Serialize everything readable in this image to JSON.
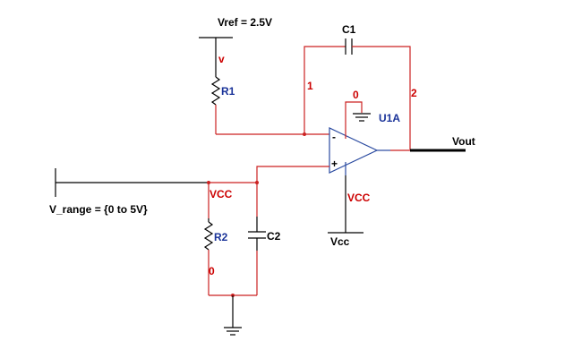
{
  "labels": {
    "vref": "Vref = 2.5V",
    "v_marker": "v",
    "r1": "R1",
    "c1": "C1",
    "node_1": "1",
    "node_0_top": "0",
    "node_2": "2",
    "u1a": "U1A",
    "vout": "Vout",
    "minus": "-",
    "plus": "+",
    "vcc_node_left": "VCC",
    "vcc_node_opamp": "VCC",
    "vcc_supply": "Vcc",
    "v_range": "V_range = {0 to 5V}",
    "r2": "R2",
    "c2": "C2",
    "node_0_bottom": "0"
  },
  "colors": {
    "wire": "#cc2222",
    "component": "#000000",
    "opamp": "#2a4aa0",
    "net_label": "#cc0000",
    "part_label": "#1a3399"
  },
  "icons": [
    "resistor-icon",
    "capacitor-icon",
    "ground-icon",
    "opamp-icon"
  ]
}
